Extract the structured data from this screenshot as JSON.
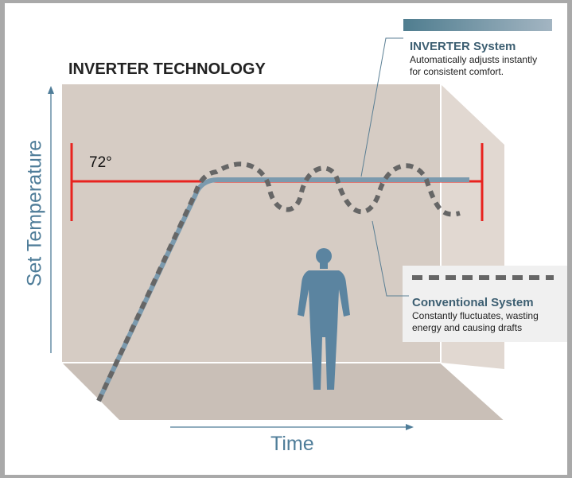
{
  "title": "INVERTER TECHNOLOGY",
  "set_temperature_value": "72°",
  "axes": {
    "y_label": "Set Temperature",
    "x_label": "Time"
  },
  "inverter": {
    "heading": "INVERTER System",
    "description_line1": "Automatically adjusts instantly",
    "description_line2": "for consistent comfort."
  },
  "conventional": {
    "heading": "Conventional System",
    "description_line1": "Constantly fluctuates, wasting",
    "description_line2": "energy and causing drafts"
  },
  "colors": {
    "setpoint_line": "#e8231f",
    "inverter_line": "#7b9aae",
    "conventional_line": "#666666",
    "accent_blue": "#4f7d99",
    "room_wall": "#d6ccc4"
  }
}
